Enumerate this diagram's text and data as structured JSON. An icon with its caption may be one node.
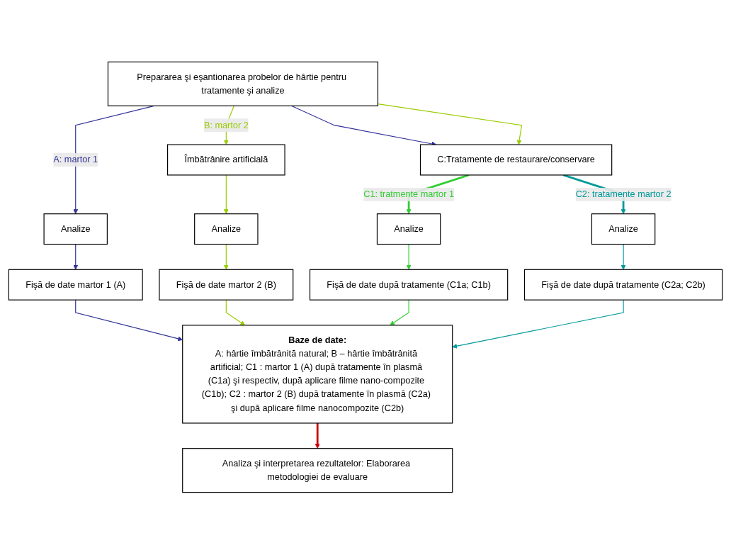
{
  "diagram": {
    "nodes": [
      {
        "text": [
          "Prepararea şi eşantionarea probelor de hârtie pentru tratamente şi analize"
        ]
      },
      {
        "text": [
          "C:Tratamente de restaurare/conservare"
        ]
      },
      {
        "text": [
          "Îmbătrânire artificială"
        ]
      },
      {
        "text": [
          "Analize"
        ]
      },
      {
        "text": [
          "Analize"
        ]
      },
      {
        "text": [
          "Analize"
        ]
      },
      {
        "text": [
          "Analize"
        ]
      },
      {
        "text": [
          "Fişă de date martor 1 (A)"
        ]
      },
      {
        "text": [
          "Fişă de date martor 2 (B)"
        ]
      },
      {
        "text": [
          "Fişă de date după tratamente (C1a; C1b)"
        ]
      },
      {
        "text": [
          "Fişă de date după tratamente (C2a; C2b)"
        ]
      },
      {
        "text": [
          "Baze de date:",
          "A: hârtie îmbătrânită natural; B – hârtie îmbătrânită artificial; C1 : martor 1 (A) după tratamente în plasmă (C1a) şi respectiv, după aplicare filme nano-compozite (C1b); C2 : martor 2 (B) după tratamente în plasmă (C2a) şi după aplicare filme nanocompozite (C2b)"
        ]
      },
      {
        "text": [
          "Analiza şi interpretarea rezultatelor: Elaborarea metodologiei de evaluare"
        ]
      }
    ],
    "edges": [
      {
        "from": 0,
        "to": 3,
        "arrow": "to",
        "label": "A: martor 1",
        "color": "#333399"
      },
      {
        "from": 0,
        "to": 2,
        "arrow": "to",
        "label": "B: martor 2",
        "color": "#99cc00"
      },
      {
        "from": 0,
        "to": 1,
        "arrow": "to",
        "color": "#333399"
      },
      {
        "from": 0,
        "to": 1,
        "arrow": "to",
        "color": "#99cc00"
      },
      {
        "from": 1,
        "to": 5,
        "arrow": "to",
        "label": "C1: tratmente martor 1",
        "style": "thick",
        "color": "#33cc33"
      },
      {
        "from": 1,
        "to": 6,
        "arrow": "to",
        "label": "C2: tratamente martor 2",
        "style": "thick",
        "color": "#009999"
      },
      {
        "from": 2,
        "to": 4,
        "arrow": "to",
        "color": "#99cc00"
      },
      {
        "from": 3,
        "to": 7,
        "arrow": "to",
        "color": "#333399"
      },
      {
        "from": 4,
        "to": 8,
        "arrow": "to",
        "color": "#99cc00"
      },
      {
        "from": 5,
        "to": 9,
        "arrow": "to",
        "color": "#33cc33"
      },
      {
        "from": 6,
        "to": 10,
        "arrow": "to",
        "color": "#009999"
      },
      {
        "from": 7,
        "to": 11,
        "arrow": "to",
        "color": "#333399"
      },
      {
        "from": 8,
        "to": 11,
        "arrow": "to",
        "color": "#99cc00"
      },
      {
        "from": 9,
        "to": 11,
        "arrow": "to",
        "color": "#33cc33"
      },
      {
        "from": 10,
        "to": 11,
        "arrow": "to",
        "color": "#009999"
      },
      {
        "from": 11,
        "to": 12,
        "arrow": "to",
        "style": "thick",
        "color": "#cc0000"
      }
    ]
  }
}
